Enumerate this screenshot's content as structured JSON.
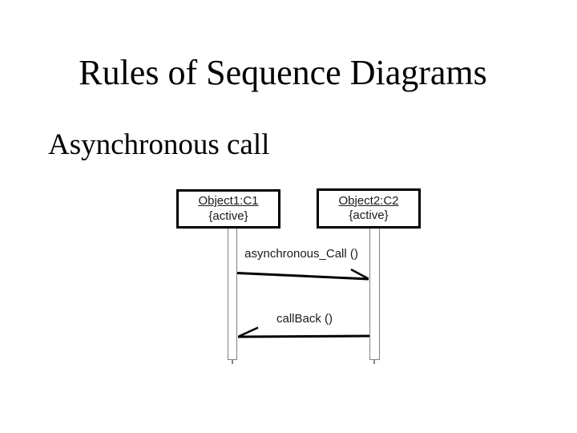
{
  "slide": {
    "title": "Rules of Sequence Diagrams",
    "subtitle": "Asynchronous call"
  },
  "diagram": {
    "type": "uml-sequence",
    "objects": [
      {
        "name": "Object1:C1",
        "state": "{active}"
      },
      {
        "name": "Object2:C2",
        "state": "{active}"
      }
    ],
    "messages": [
      {
        "label": "asynchronous_Call ()",
        "from": "Object1:C1",
        "to": "Object2:C2",
        "arrow": "open-half-arrowhead-right"
      },
      {
        "label": "callBack ()",
        "from": "Object2:C2",
        "to": "Object1:C1",
        "arrow": "open-half-arrowhead-left"
      }
    ],
    "colors": {
      "background": "#ffffff",
      "text": "#1a1a1a",
      "message_line": "#000000",
      "box_border": "#000000",
      "activation_border": "#808080"
    }
  }
}
